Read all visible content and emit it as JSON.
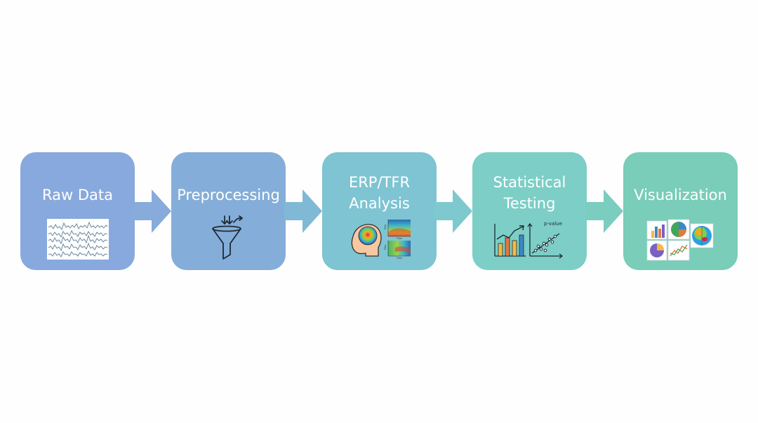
{
  "steps": [
    {
      "id": "raw-data",
      "label": "Raw Data",
      "color": "#88a9dd",
      "icon": "eeg-waveform-icon"
    },
    {
      "id": "preprocessing",
      "label": "Preprocessing",
      "color": "#84aed9",
      "icon": "funnel-filter-icon"
    },
    {
      "id": "erp-tfr-analysis",
      "label_lines": [
        "ERP/TFR",
        "Analysis"
      ],
      "color": "#7ec4d3",
      "icon": "brain-topography-spectrogram-icon",
      "spectrogram_axis_labels": [
        "Time",
        "Freq",
        "Time",
        "Freq"
      ]
    },
    {
      "id": "statistical-testing",
      "label_lines": [
        "Statistical",
        "Testing"
      ],
      "color": "#7ccec6",
      "icon": "bar-chart-scatter-icon",
      "annotation": "p-value"
    },
    {
      "id": "visualization",
      "label": "Visualization",
      "color": "#7acdb8",
      "icon": "charts-collage-icon"
    }
  ],
  "arrows": [
    {
      "color": "#87abdb"
    },
    {
      "color": "#7fb9d6"
    },
    {
      "color": "#7dc9ce"
    },
    {
      "color": "#7bcdbf"
    }
  ]
}
